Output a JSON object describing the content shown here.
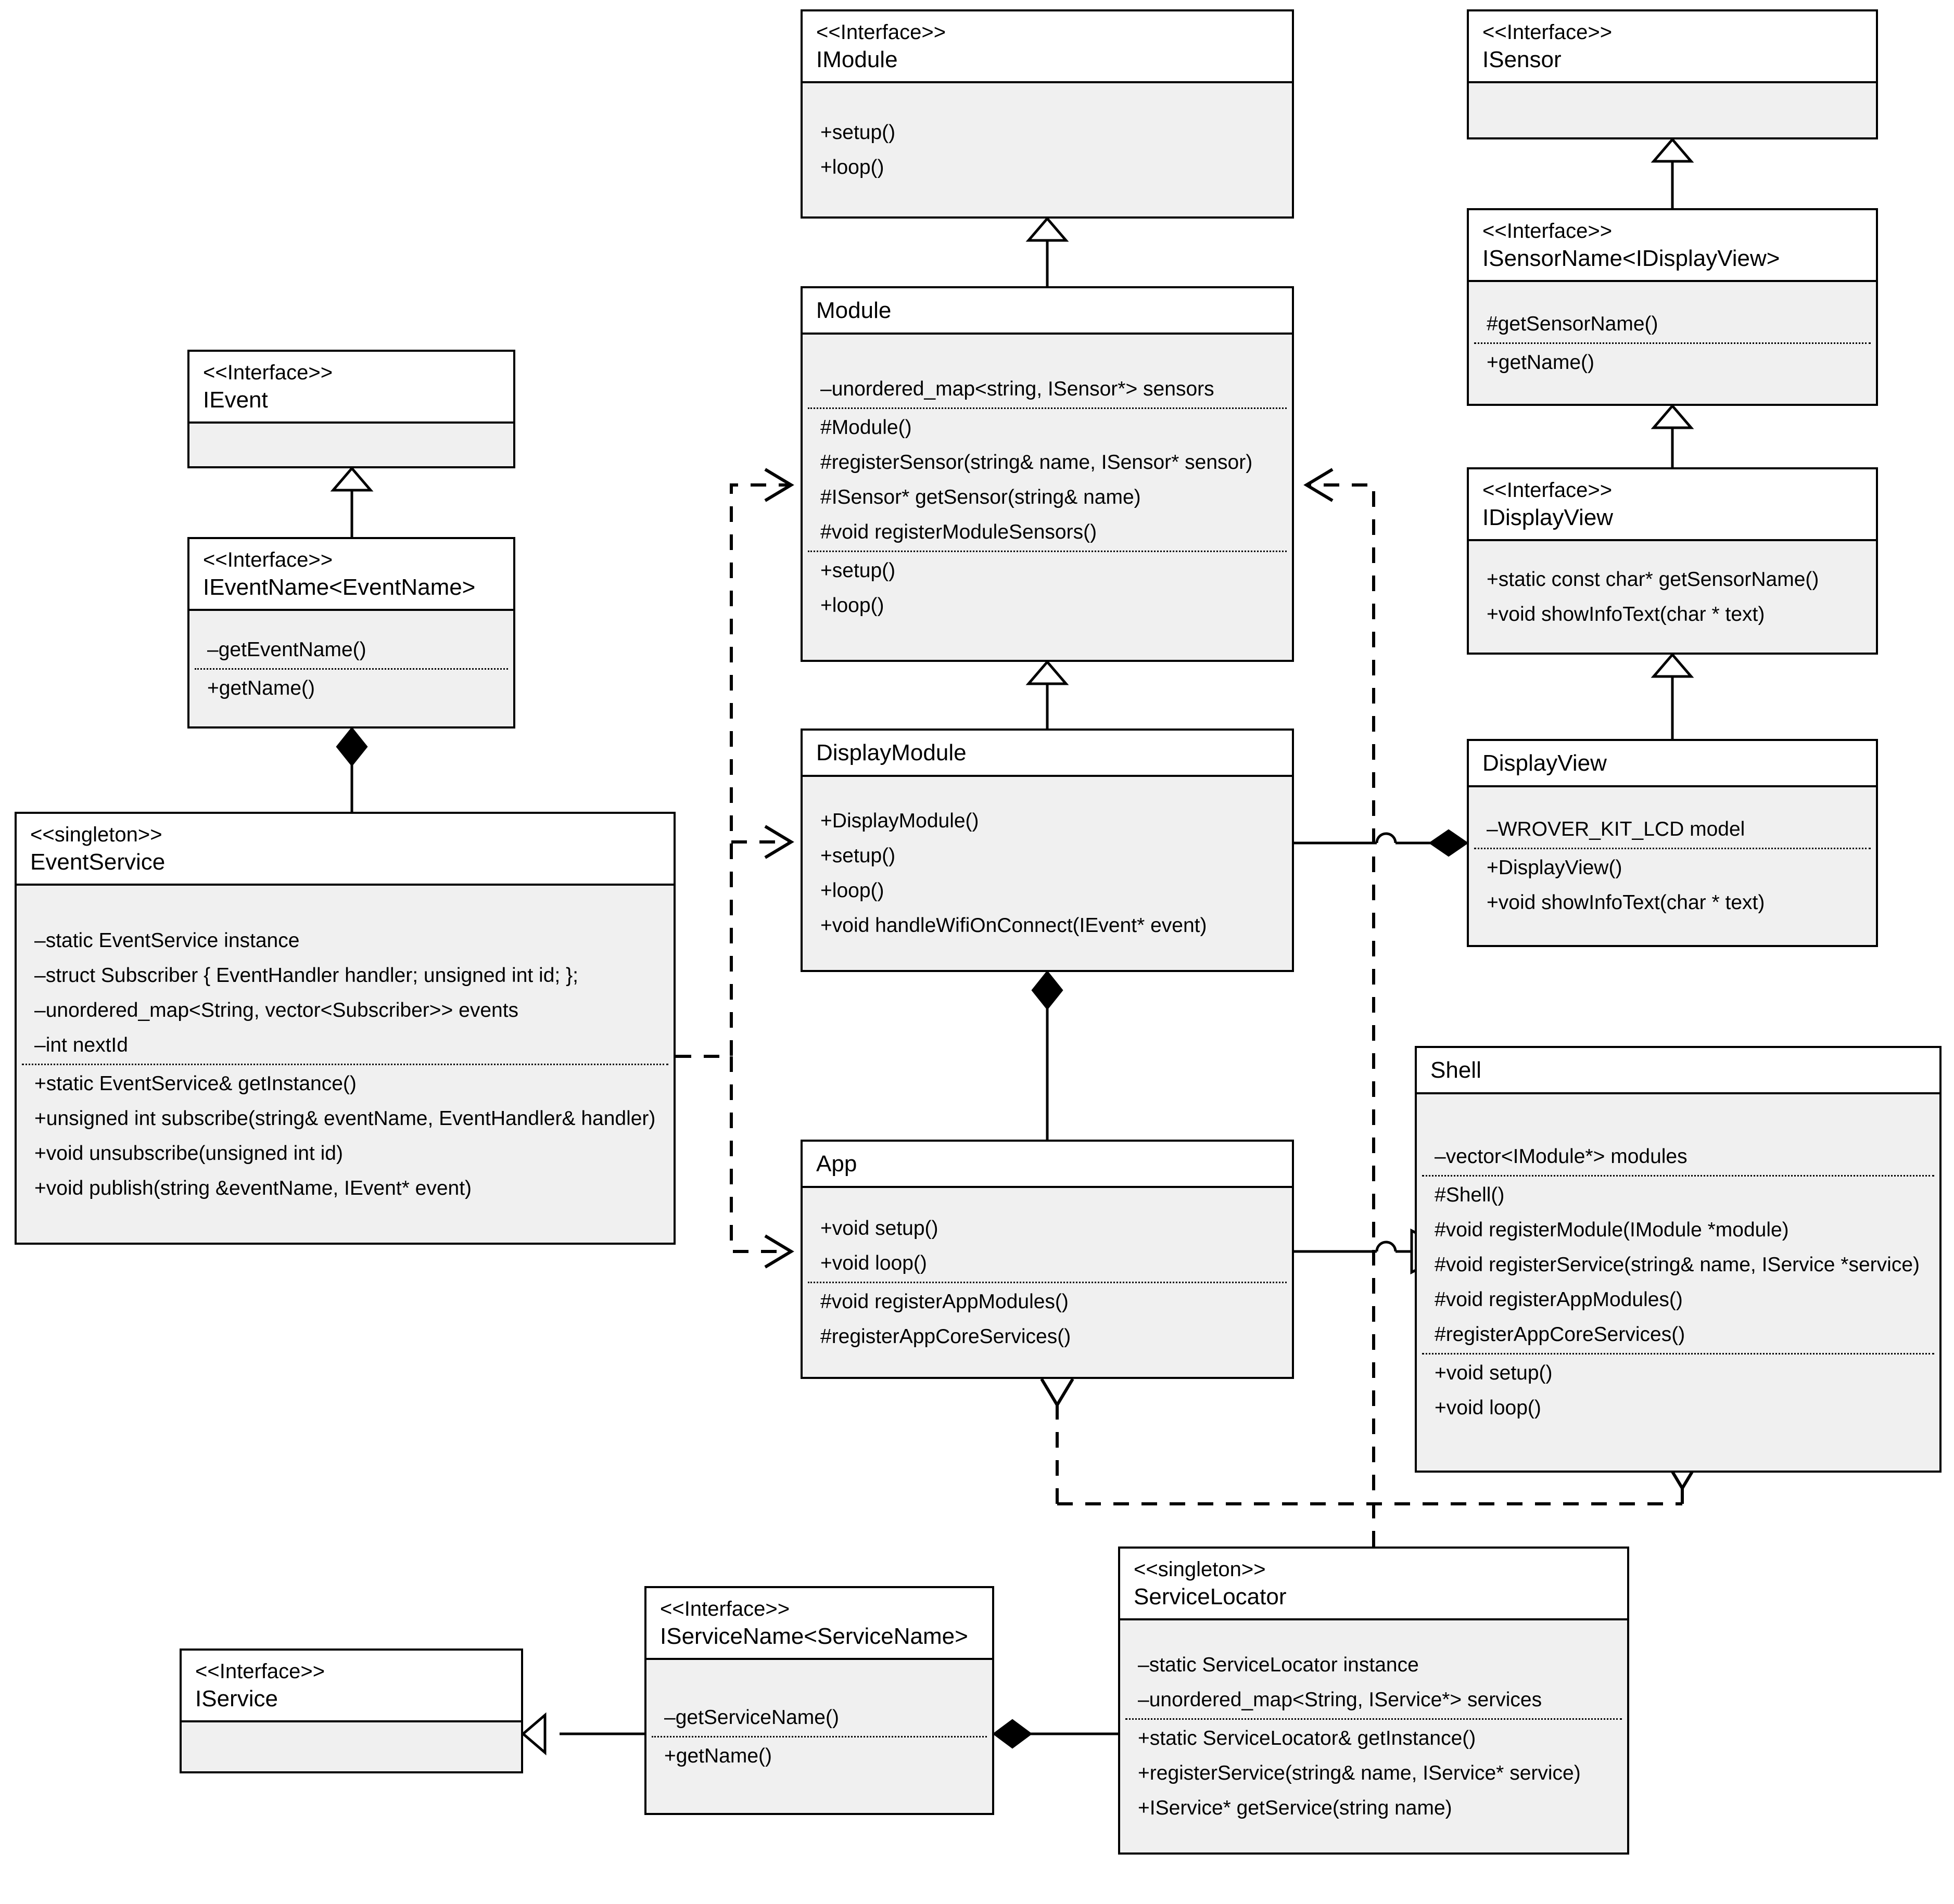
{
  "diagram": {
    "type": "uml-class-diagram",
    "background": "#ffffff",
    "line_color": "#000000",
    "compartment_fill": "#f0f0f0"
  },
  "classes": {
    "imodule": {
      "stereotype": "<<Interface>>",
      "name": "IModule",
      "attributes": [],
      "operations": [
        "+setup()",
        "+loop()"
      ]
    },
    "module": {
      "stereotype": "",
      "name": "Module",
      "attributes": [
        "–unordered_map<string, ISensor*> sensors"
      ],
      "protected_ops": [
        "#Module()",
        "#registerSensor(string& name, ISensor* sensor)",
        "#ISensor* getSensor(string& name)",
        "#void registerModuleSensors()"
      ],
      "operations": [
        "+setup()",
        "+loop()"
      ]
    },
    "displaymodule": {
      "stereotype": "",
      "name": "DisplayModule",
      "operations": [
        "+DisplayModule()",
        "+setup()",
        "+loop()",
        "+void handleWifiOnConnect(IEvent* event)"
      ]
    },
    "app": {
      "stereotype": "",
      "name": "App",
      "operations": [
        "+void setup()",
        "+void loop()"
      ],
      "protected_ops": [
        "#void registerAppModules()",
        "#registerAppCoreServices()"
      ]
    },
    "shell": {
      "stereotype": "",
      "name": "Shell",
      "attributes": [
        "–vector<IModule*> modules"
      ],
      "protected_ops": [
        "#Shell()",
        "#void registerModule(IModule *module)",
        "#void registerService(string& name, IService *service)",
        "#void registerAppModules()",
        "#registerAppCoreServices()"
      ],
      "operations": [
        "+void setup()",
        "+void loop()"
      ]
    },
    "isensor": {
      "stereotype": "<<Interface>>",
      "name": "ISensor",
      "members": []
    },
    "isensorname": {
      "stereotype": "<<Interface>>",
      "name": "ISensorName<IDisplayView>",
      "protected_ops": [
        "#getSensorName()"
      ],
      "operations": [
        "+getName()"
      ]
    },
    "idisplayview": {
      "stereotype": "<<Interface>>",
      "name": "IDisplayView",
      "operations": [
        "+static const char* getSensorName()",
        "+void showInfoText(char * text)"
      ]
    },
    "displayview": {
      "stereotype": "",
      "name": "DisplayView",
      "attributes": [
        "–WROVER_KIT_LCD model"
      ],
      "operations": [
        "+DisplayView()",
        "+void showInfoText(char * text)"
      ]
    },
    "ievent": {
      "stereotype": "<<Interface>>",
      "name": "IEvent",
      "members": []
    },
    "ieventname": {
      "stereotype": "<<Interface>>",
      "name": "IEventName<EventName>",
      "private_ops": [
        "–getEventName()"
      ],
      "operations": [
        "+getName()"
      ]
    },
    "eventservice": {
      "stereotype": "<<singleton>>",
      "name": "EventService",
      "attributes": [
        "–static EventService instance",
        "–struct Subscriber { EventHandler handler; unsigned int id; };",
        "–unordered_map<String, vector<Subscriber>> events",
        "–int nextId"
      ],
      "operations": [
        "+static EventService& getInstance()",
        "+unsigned int subscribe(string& eventName, EventHandler& handler)",
        "+void unsubscribe(unsigned int id)",
        "+void publish(string &eventName, IEvent* event)"
      ]
    },
    "iservice": {
      "stereotype": "<<Interface>>",
      "name": "IService",
      "members": []
    },
    "iservicename": {
      "stereotype": "<<Interface>>",
      "name": "IServiceName<ServiceName>",
      "private_ops": [
        "–getServiceName()"
      ],
      "operations": [
        "+getName()"
      ]
    },
    "servicelocator": {
      "stereotype": "<<singleton>>",
      "name": "ServiceLocator",
      "attributes": [
        "–static ServiceLocator instance",
        "–unordered_map<String, IService*> services"
      ],
      "operations": [
        "+static ServiceLocator& getInstance()",
        "+registerService(string& name, IService* service)",
        "+IService* getService(string name)"
      ]
    }
  },
  "relationships": [
    {
      "from": "Module",
      "to": "IModule",
      "kind": "generalization"
    },
    {
      "from": "DisplayModule",
      "to": "Module",
      "kind": "generalization"
    },
    {
      "from": "ISensorName<IDisplayView>",
      "to": "ISensor",
      "kind": "generalization"
    },
    {
      "from": "IDisplayView",
      "to": "ISensorName<IDisplayView>",
      "kind": "generalization"
    },
    {
      "from": "DisplayView",
      "to": "IDisplayView",
      "kind": "generalization"
    },
    {
      "from": "IEventName<EventName>",
      "to": "IEvent",
      "kind": "generalization"
    },
    {
      "from": "IServiceName<ServiceName>",
      "to": "IService",
      "kind": "generalization"
    },
    {
      "from": "App",
      "to": "Shell",
      "kind": "generalization"
    },
    {
      "from": "ServiceLocator",
      "to": "Shell",
      "kind": "dependency"
    },
    {
      "from": "ServiceLocator",
      "to": "App",
      "kind": "dependency"
    },
    {
      "from": "ServiceLocator",
      "to": "Module",
      "kind": "dependency"
    },
    {
      "from": "EventService",
      "to": "Module",
      "kind": "dependency"
    },
    {
      "from": "EventService",
      "to": "DisplayModule",
      "kind": "dependency"
    },
    {
      "from": "EventService",
      "to": "App",
      "kind": "dependency"
    },
    {
      "from": "EventService",
      "to": "IEventName<EventName>",
      "kind": "composition"
    },
    {
      "from": "App",
      "to": "DisplayModule",
      "kind": "composition"
    },
    {
      "from": "DisplayModule",
      "to": "DisplayView",
      "kind": "composition"
    },
    {
      "from": "ServiceLocator",
      "to": "IServiceName<ServiceName>",
      "kind": "composition"
    }
  ]
}
